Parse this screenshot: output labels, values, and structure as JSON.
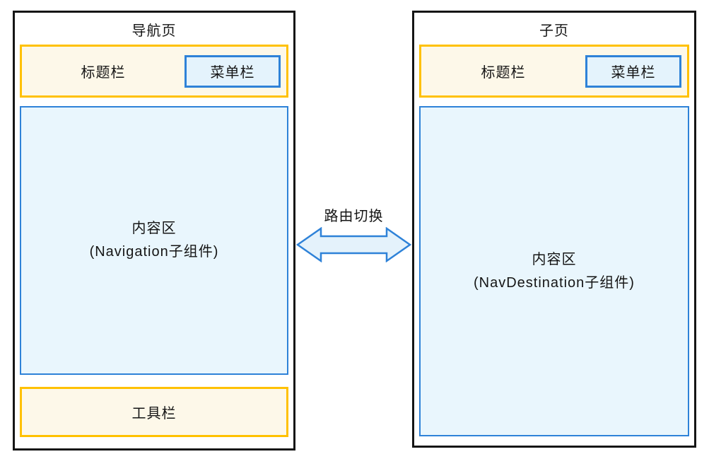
{
  "diagram": {
    "left_panel": {
      "title": "导航页",
      "title_bar": {
        "label": "标题栏",
        "menu_label": "菜单栏"
      },
      "content": {
        "line1": "内容区",
        "line2": "(Navigation子组件)"
      },
      "toolbar_label": "工具栏"
    },
    "connector": {
      "label": "路由切换",
      "arrow": "double-headed-horizontal"
    },
    "right_panel": {
      "title": "子页",
      "title_bar": {
        "label": "标题栏",
        "menu_label": "菜单栏"
      },
      "content": {
        "line1": "内容区",
        "line2": "(NavDestination子组件)"
      }
    },
    "colors": {
      "outline": "#151515",
      "bar_border": "#FFC100",
      "bar_background": "#FDF8E9",
      "blue_border": "#2E82D8",
      "blue_background": "#E9F6FD",
      "menu_background": "#E4F3FC",
      "arrow_fill": "#E4F2FB"
    }
  }
}
